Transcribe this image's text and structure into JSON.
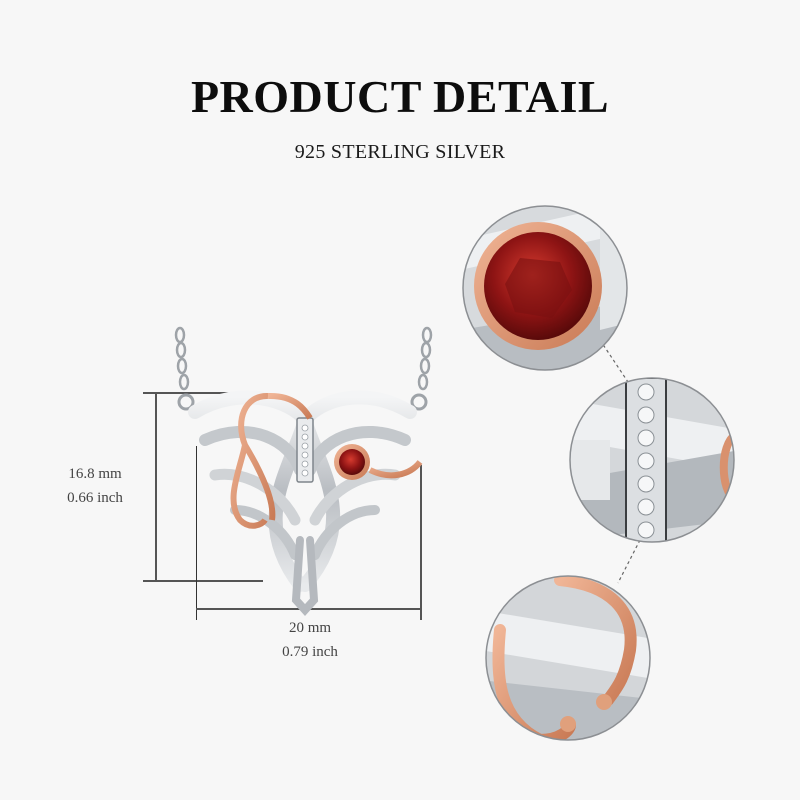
{
  "header": {
    "title": "PRODUCT DETAIL",
    "subtitle": "925 STERLING SILVER"
  },
  "dimensions": {
    "height": {
      "mm": "16.8 mm",
      "inch": "0.66 inch"
    },
    "width": {
      "mm": "20 mm",
      "inch": "0.79 inch"
    }
  },
  "product": {
    "name": "heart-shaped bow stethoscope necklace",
    "colors": {
      "silver": "#c9ccd0",
      "rose_gold": "#d9916e",
      "garnet": "#9e1a1a",
      "line": "#555555",
      "background": "#f7f7f7"
    }
  },
  "detail_circles": [
    {
      "label": "garnet-stone-closeup"
    },
    {
      "label": "cz-pave-bar-closeup"
    },
    {
      "label": "stethoscope-closeup"
    }
  ]
}
